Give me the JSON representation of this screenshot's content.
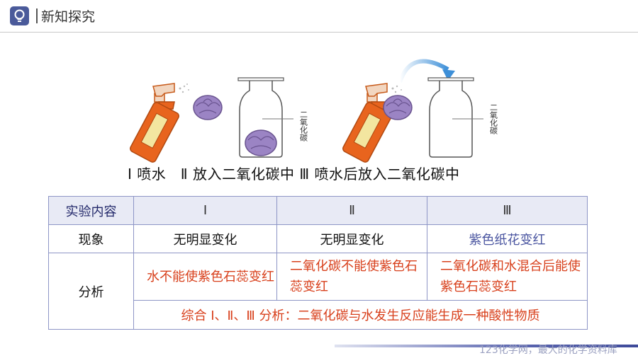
{
  "header": {
    "logo_icon": "lightbulb-icon",
    "title": "新知探究"
  },
  "illustration": {
    "bottle_label_1": "二氧化碳",
    "bottle_label_2": "二氧化碳",
    "caption": "Ⅰ 喷水　Ⅱ 放入二氧化碳中 Ⅲ 喷水后放入二氧化碳中"
  },
  "table": {
    "headers": [
      "实验内容",
      "Ⅰ",
      "Ⅱ",
      "Ⅲ"
    ],
    "phenomenon_label": "现象",
    "phenomena": [
      "无明显变化",
      "无明显变化",
      "紫色纸花变红"
    ],
    "analysis_label": "分析",
    "analysis": [
      "水不能使紫色石蕊变红",
      "二氧化碳不能使紫色石蕊变红",
      "二氧化碳和水混合后能使紫色石蕊变红"
    ],
    "summary": "综合 Ⅰ、Ⅱ、Ⅲ 分析：二氧化碳与水发生反应能生成一种酸性物质"
  },
  "footer": {
    "watermark": "123化学网，最大的化学资料库"
  },
  "colors": {
    "accent": "#4a5a9a",
    "analysis_text": "#d8401c",
    "table_border": "#8d95c6",
    "header_bg": "#e8eaf5",
    "sprayer": "#e8641e",
    "flower": "#9b84c4"
  }
}
